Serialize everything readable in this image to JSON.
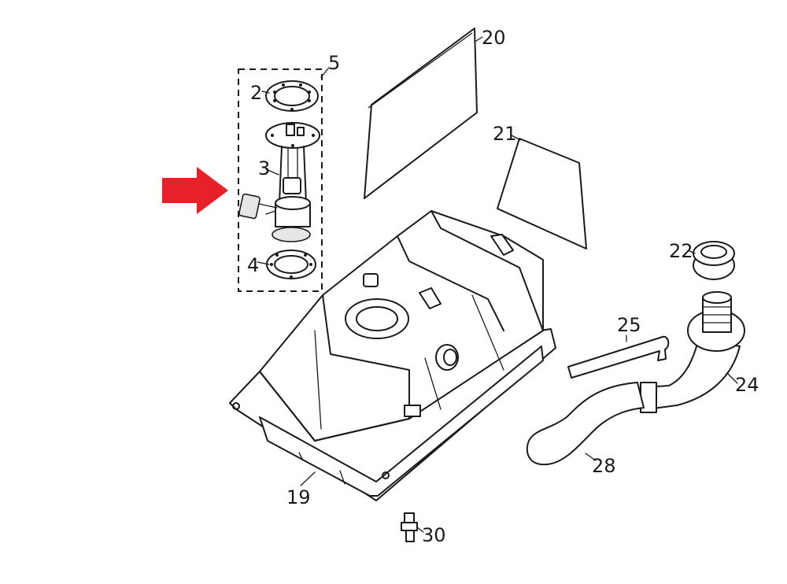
{
  "diagram": {
    "labels": {
      "p2": "2",
      "p3": "3",
      "p4": "4",
      "p5": "5",
      "p19": "19",
      "p20": "20",
      "p21": "21",
      "p22": "22",
      "p24": "24",
      "p25": "25",
      "p28": "28",
      "p30": "30"
    },
    "colors": {
      "arrow": "#e8202a",
      "line": "#1a1a1a",
      "background": "#ffffff"
    },
    "icons": {
      "arrow": "right-arrow-icon"
    }
  }
}
